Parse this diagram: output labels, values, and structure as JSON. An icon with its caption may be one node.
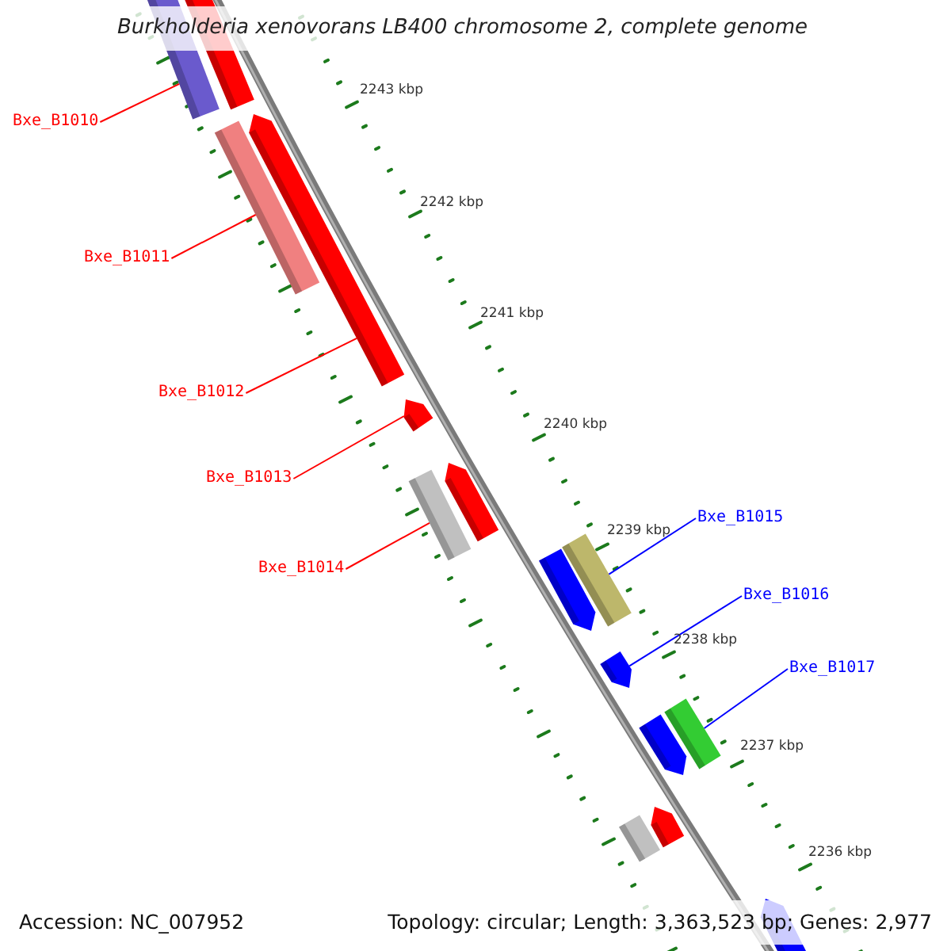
{
  "diagram": {
    "title": "Burkholderia xenovorans LB400 chromosome 2, complete genome",
    "nodes": [
      {
        "text": [
          "Bxe_B1010"
        ]
      },
      {
        "text": [
          "Bxe_B1011"
        ]
      },
      {
        "text": [
          "Bxe_B1012"
        ]
      },
      {
        "text": [
          "Bxe_B1013"
        ]
      },
      {
        "text": [
          "Bxe_B1014"
        ]
      },
      {
        "text": [
          "Bxe_B1015"
        ]
      },
      {
        "text": [
          "Bxe_B1016"
        ]
      },
      {
        "text": [
          "Bxe_B1017"
        ]
      },
      {
        "text": [],
        "shape": "bar"
      },
      {
        "text": [],
        "shape": "bar"
      },
      {
        "text": [],
        "shape": "bar"
      },
      {
        "text": [],
        "shape": "bar"
      },
      {
        "text": [],
        "shape": "bar"
      },
      {
        "text": [],
        "shape": "bar"
      },
      {
        "text": [],
        "shape": "bar"
      },
      {
        "text": [],
        "shape": "bar"
      },
      {
        "text": [],
        "shape": "bar"
      },
      {
        "text": [],
        "shape": "bar"
      },
      {
        "text": [],
        "shape": "bar"
      },
      {
        "text": [],
        "shape": "bar"
      },
      {
        "text": [],
        "shape": "bar"
      },
      {
        "text": [],
        "shape": "bar"
      },
      {
        "text": [],
        "shape": "bar"
      }
    ],
    "edges": [
      {
        "from": 0,
        "to": 8,
        "arrow": "none"
      },
      {
        "from": 1,
        "to": 10,
        "arrow": "none"
      },
      {
        "from": 2,
        "to": 11,
        "arrow": "none"
      },
      {
        "from": 3,
        "to": 12,
        "arrow": "none"
      },
      {
        "from": 4,
        "to": 13,
        "arrow": "none"
      },
      {
        "from": 5,
        "to": 15,
        "arrow": "none",
        "color": "#0000ff"
      },
      {
        "from": 6,
        "to": 17,
        "arrow": "none",
        "color": "#0000ff"
      },
      {
        "from": 7,
        "to": 18,
        "arrow": "none",
        "color": "#0000ff"
      }
    ],
    "labels": [
      "2243 kbp",
      "2242 kbp",
      "2241 kbp",
      "2240 kbp",
      "2239 kbp",
      "2238 kbp",
      "2237 kbp",
      "2236 kbp",
      "Accession: NC_007952",
      "Topology: circular; Length: 3,363,523 bp; Genes: 2,977"
    ]
  }
}
